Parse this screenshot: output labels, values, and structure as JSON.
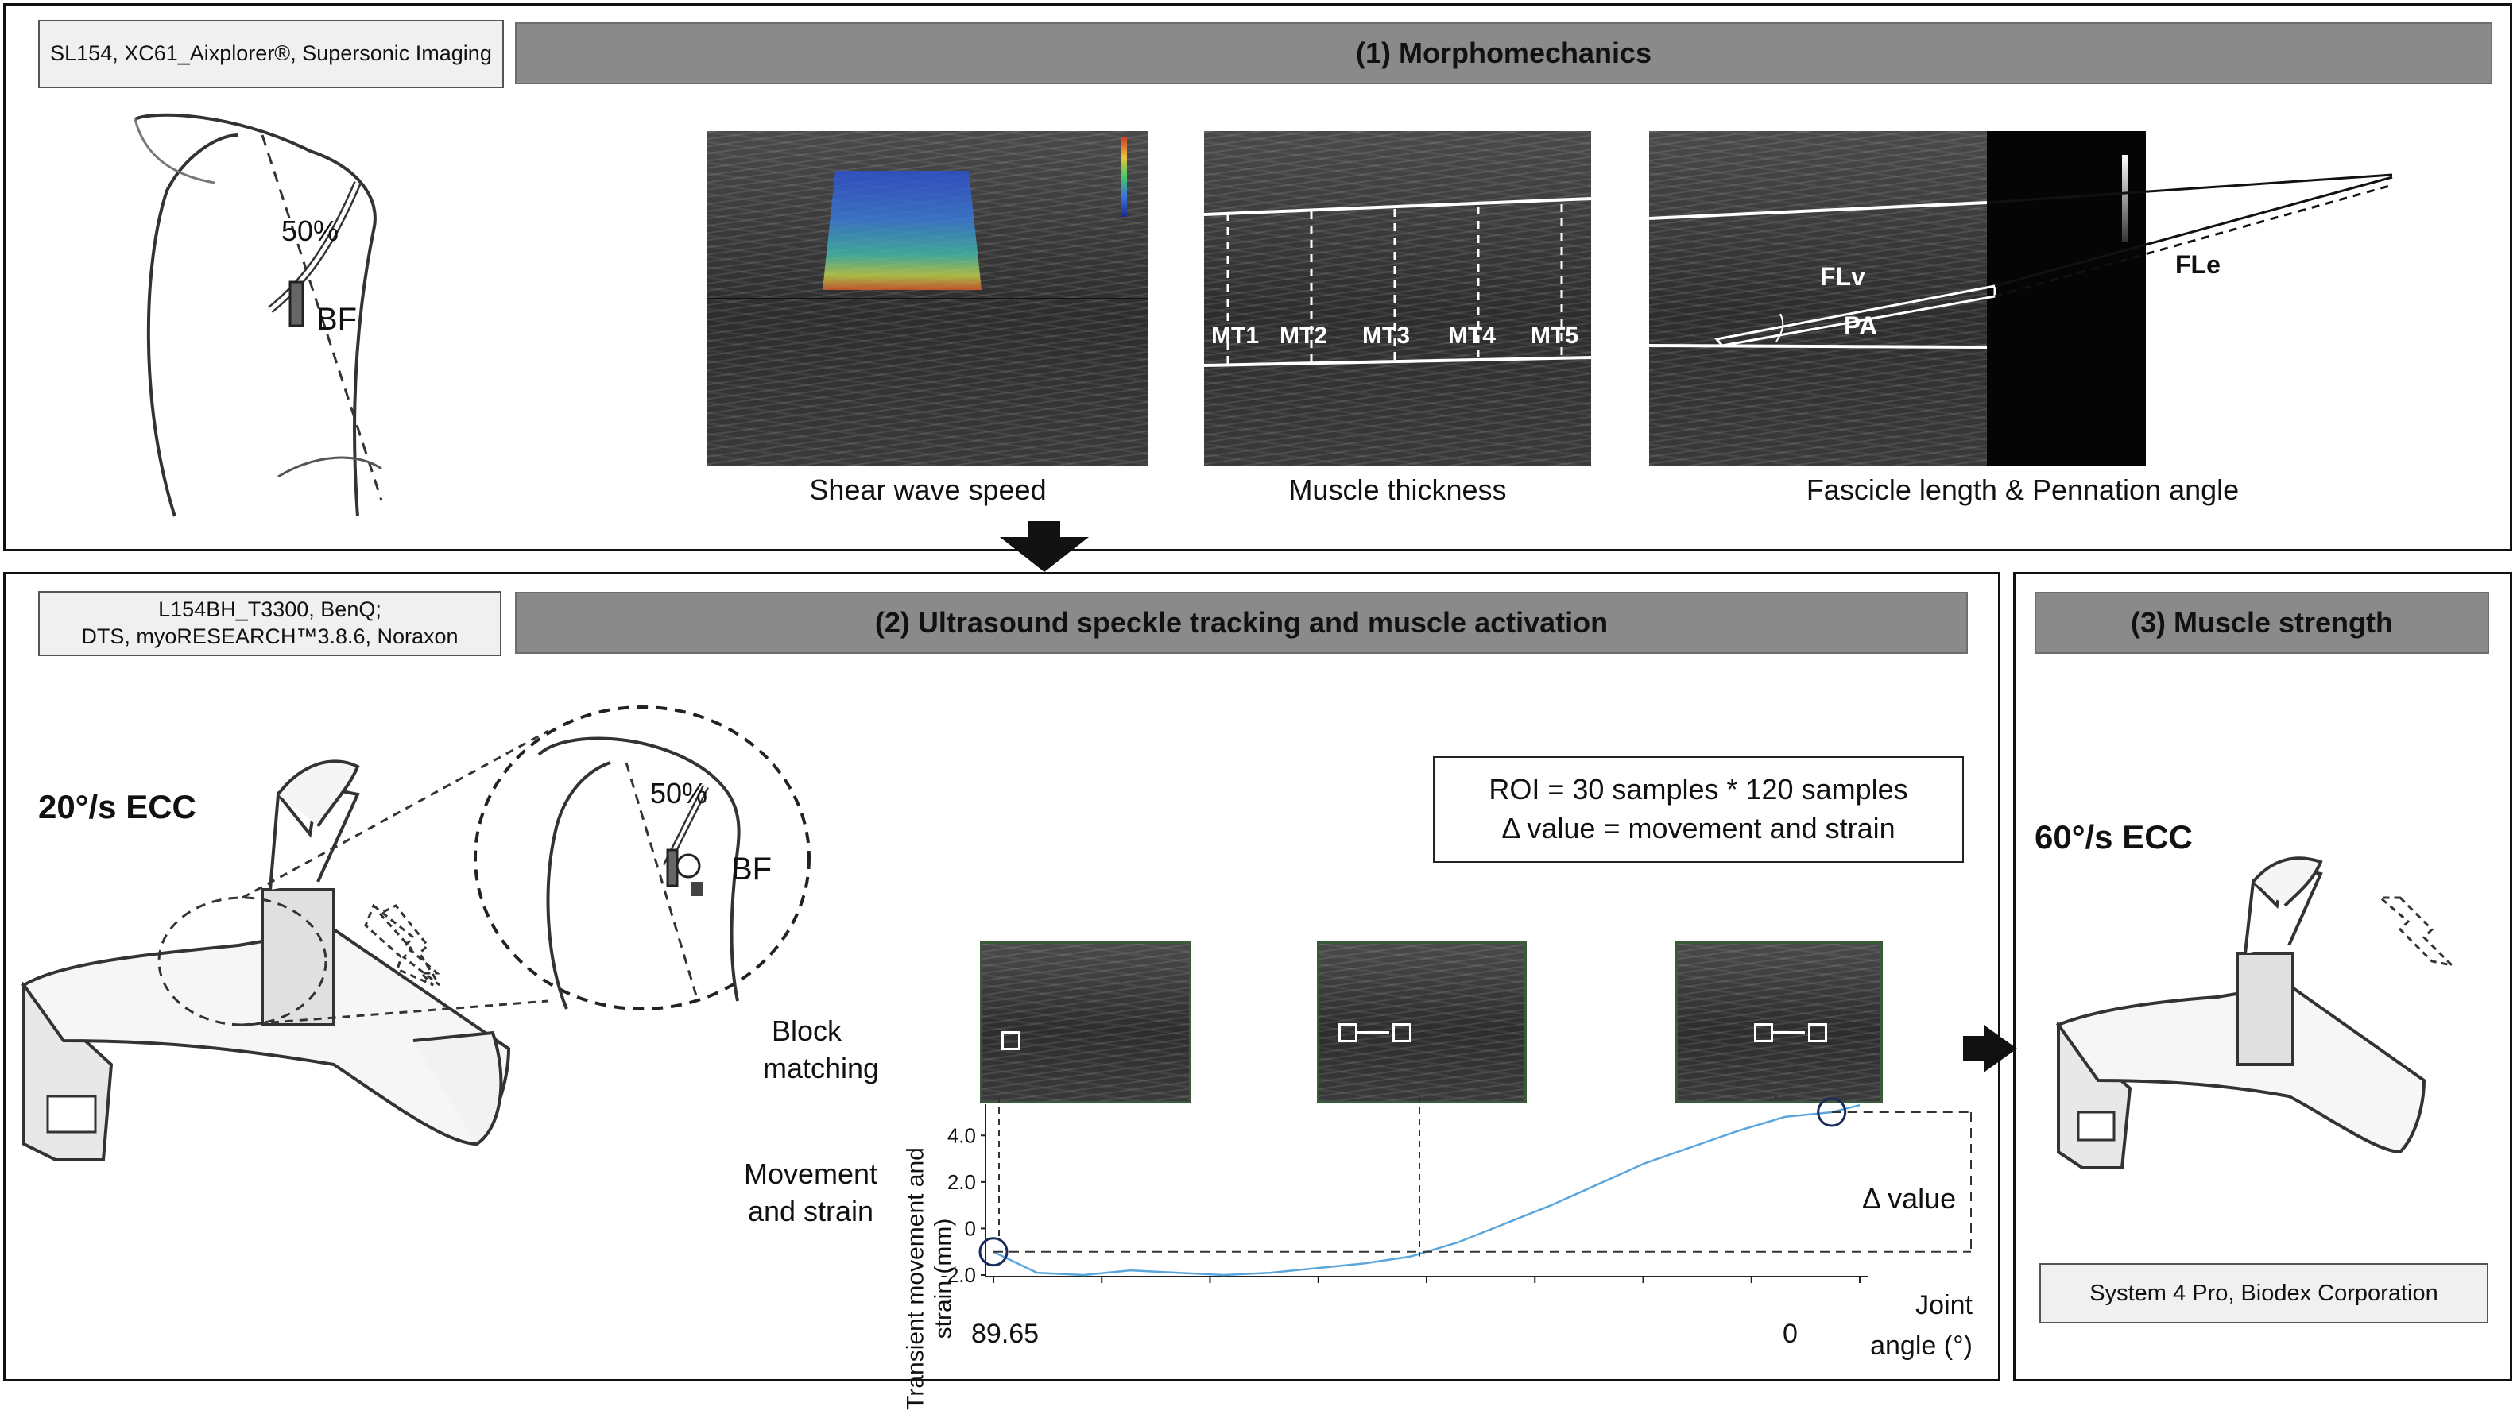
{
  "section1": {
    "device": "SL154, XC61_Aixplorer®, Supersonic Imaging",
    "title": "(1) Morphomechanics",
    "leg_labels": {
      "percent": "50%",
      "muscle": "BF"
    },
    "images": [
      {
        "caption": "Shear wave speed"
      },
      {
        "caption": "Muscle thickness",
        "labels": [
          "MT1",
          "MT2",
          "MT3",
          "MT4",
          "MT5"
        ]
      },
      {
        "caption": "Fascicle length & Pennation angle",
        "labels": [
          "FLv",
          "PA",
          "FLe"
        ]
      }
    ]
  },
  "section2": {
    "device_line1": "L154BH_T3300, BenQ;",
    "device_line2": "DTS, myoRESEARCH™3.8.6, Noraxon",
    "title": "(2) Ultrasound speckle tracking and muscle activation",
    "speed": "20°/s ECC",
    "zoom_labels": {
      "percent": "50%",
      "muscle": "BF"
    },
    "roi_line1": "ROI = 30 samples * 120 samples",
    "roi_line2": "Δ value = movement and strain",
    "block_matching": "Block matching",
    "movement_strain": "Movement and strain",
    "delta_value": "Δ value"
  },
  "section3": {
    "title": "(3) Muscle strength",
    "speed": "60°/s ECC",
    "device": "System 4 Pro, Biodex Corporation"
  },
  "chart_data": {
    "type": "line",
    "ylabel": "Transient movement and strain (mm)",
    "xlabel": "Joint angle (°)",
    "x_tick_labels": [
      "89.65",
      "0"
    ],
    "y_tick_labels": [
      "4.0",
      "2.0",
      "0",
      "-2.0"
    ],
    "ylim": [
      -2.0,
      5.0
    ],
    "x_direction": "decreasing",
    "series": [
      {
        "x": [
          89.65,
          85,
          80,
          75,
          70,
          65,
          60,
          55,
          50,
          45,
          40,
          35,
          30,
          25,
          20,
          15,
          10,
          5,
          0,
          -3
        ],
        "y": [
          -1.0,
          -1.9,
          -2.0,
          -1.8,
          -1.9,
          -2.0,
          -1.9,
          -1.7,
          -1.5,
          -1.2,
          -0.6,
          0.2,
          1.0,
          1.9,
          2.8,
          3.5,
          4.2,
          4.8,
          5.0,
          5.3
        ]
      }
    ],
    "color": "#5aa6dc"
  }
}
